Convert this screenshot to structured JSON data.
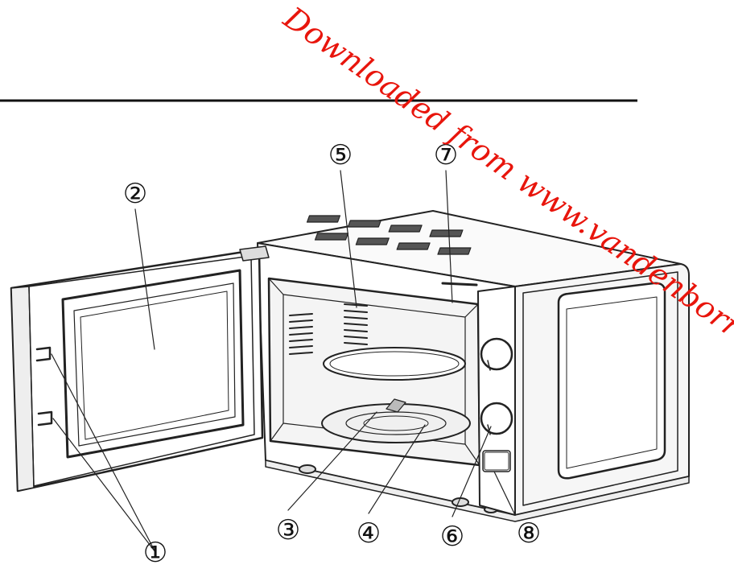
{
  "watermark": {
    "text": "Downloaded from www.vandenborre.be",
    "color": "#e8150c"
  },
  "callouts": [
    {
      "id": "1",
      "label": "①"
    },
    {
      "id": "2",
      "label": "②"
    },
    {
      "id": "3",
      "label": "③"
    },
    {
      "id": "4",
      "label": "④"
    },
    {
      "id": "5",
      "label": "⑤"
    },
    {
      "id": "6",
      "label": "⑥"
    },
    {
      "id": "7",
      "label": "⑦"
    },
    {
      "id": "8",
      "label": "⑧"
    }
  ]
}
